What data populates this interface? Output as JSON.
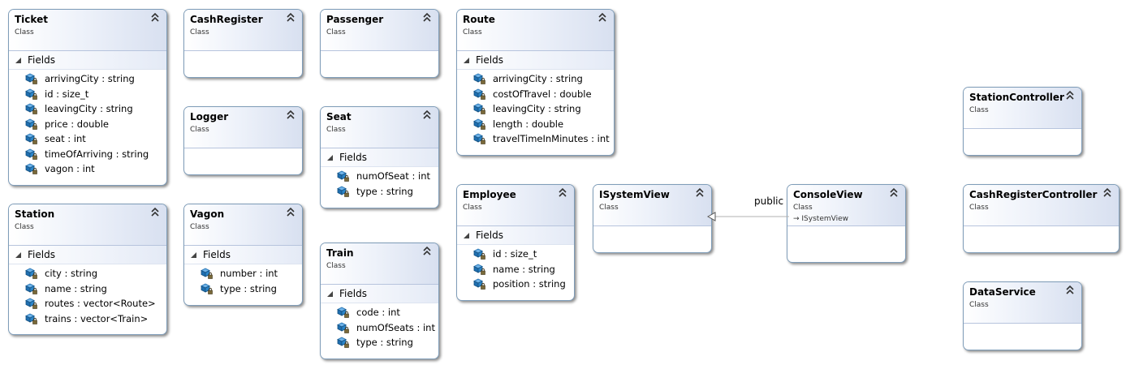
{
  "diagram": {
    "classes": [
      {
        "id": "ticket",
        "name": "Ticket",
        "stereotype": "Class",
        "fields_label": "Fields",
        "fields": [
          "arrivingCity : string",
          "id : size_t",
          "leavingCity : string",
          "price : double",
          "seat : int",
          "timeOfArriving : string",
          "vagon : int"
        ]
      },
      {
        "id": "station",
        "name": "Station",
        "stereotype": "Class",
        "fields_label": "Fields",
        "fields": [
          "city : string",
          "name : string",
          "routes : vector<Route>",
          "trains : vector<Train>"
        ]
      },
      {
        "id": "cashregister",
        "name": "CashRegister",
        "stereotype": "Class"
      },
      {
        "id": "logger",
        "name": "Logger",
        "stereotype": "Class"
      },
      {
        "id": "vagon",
        "name": "Vagon",
        "stereotype": "Class",
        "fields_label": "Fields",
        "fields": [
          "number : int",
          "type : string"
        ]
      },
      {
        "id": "passenger",
        "name": "Passenger",
        "stereotype": "Class"
      },
      {
        "id": "seat",
        "name": "Seat",
        "stereotype": "Class",
        "fields_label": "Fields",
        "fields": [
          "numOfSeat : int",
          "type : string"
        ]
      },
      {
        "id": "train",
        "name": "Train",
        "stereotype": "Class",
        "fields_label": "Fields",
        "fields": [
          "code : int",
          "numOfSeats : int",
          "type : string"
        ]
      },
      {
        "id": "route",
        "name": "Route",
        "stereotype": "Class",
        "fields_label": "Fields",
        "fields": [
          "arrivingCity : string",
          "costOfTravel : double",
          "leavingCity : string",
          "length : double",
          "travelTimeInMinutes : int"
        ]
      },
      {
        "id": "employee",
        "name": "Employee",
        "stereotype": "Class",
        "fields_label": "Fields",
        "fields": [
          "id : size_t",
          "name : string",
          "position : string"
        ]
      },
      {
        "id": "isystemview",
        "name": "ISystemView",
        "stereotype": "Class"
      },
      {
        "id": "consoleview",
        "name": "ConsoleView",
        "stereotype": "Class",
        "inherits": "ISystemView"
      },
      {
        "id": "stationcontroller",
        "name": "StationController",
        "stereotype": "Class"
      },
      {
        "id": "cashregistercontroller",
        "name": "CashRegisterController",
        "stereotype": "Class"
      },
      {
        "id": "dataservice",
        "name": "DataService",
        "stereotype": "Class"
      }
    ],
    "connectors": [
      {
        "from": "consoleview",
        "to": "isystemview",
        "label": "public",
        "kind": "inheritance"
      }
    ]
  },
  "colors": {
    "border": "#7f9db9",
    "header_gradient_end": "#d8e0f0",
    "field_icon_blue": "#1f6fb0",
    "connector": "#b0b0b0"
  },
  "icons": {
    "collapse": "double-chevron-up-icon",
    "section_toggle": "expanded-triangle-icon",
    "field": "private-field-icon",
    "inherit": "inheritance-arrow-icon"
  }
}
